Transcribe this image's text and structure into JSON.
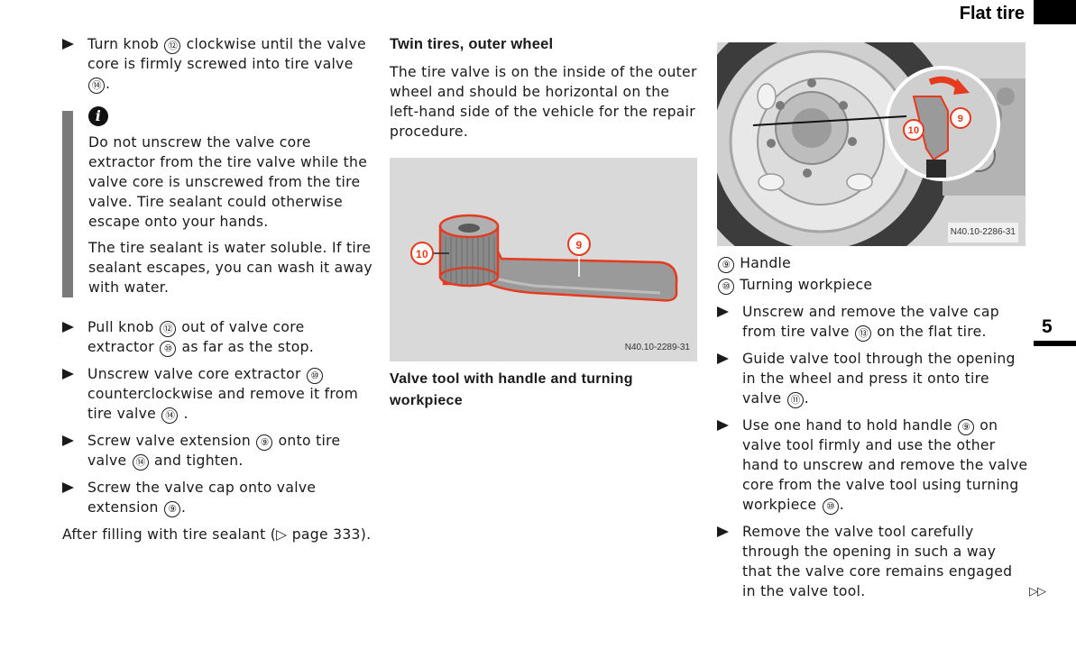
{
  "header": {
    "title": "Flat tire"
  },
  "chapter": {
    "number": "5"
  },
  "continue_mark": "▷▷",
  "left": {
    "step1": {
      "a": "Turn knob ",
      "c1": "⑫",
      "b": " clockwise until the valve core is firmly screwed into tire valve ",
      "c2": "⑭",
      "c": "."
    },
    "info": {
      "icon": "i",
      "p1": "Do not unscrew the valve core extractor from the tire valve while the valve core is unscrewed from the tire valve. Tire sealant could otherwise escape onto your hands.",
      "p2": "The tire sealant is water soluble. If tire sealant escapes, you can wash it away with water."
    },
    "step2": {
      "a": "Pull knob ",
      "c1": "⑫",
      "b": " out of valve core extractor ",
      "c2": "⑩",
      "c": " as far as the stop."
    },
    "step3": {
      "a": "Unscrew valve core extractor ",
      "c1": "⑩",
      "b": " counterclockwise and remove it from tire valve ",
      "c2": "⑭",
      "c": " ."
    },
    "step4": {
      "a": "Screw valve extension ",
      "c1": "⑨",
      "b": " onto tire valve ",
      "c2": "⑭",
      "c": " and tighten."
    },
    "step5": {
      "a": "Screw the valve cap onto valve extension ",
      "c1": "⑨",
      "b": "."
    },
    "after": "After filling with tire sealant (▷ page 333)."
  },
  "middle": {
    "heading": "Twin tires, outer wheel",
    "para": "The tire valve is on the inside of the outer wheel and should be horizontal on the left-hand side of the vehicle for the repair procedure.",
    "figure": {
      "code": "N40.10-2289-31",
      "label_a": "10",
      "label_b": "9"
    },
    "caption": "Valve tool with handle and turning workpiece"
  },
  "right": {
    "figure": {
      "code": "N40.10-2286-31",
      "label_a": "10",
      "label_b": "9"
    },
    "legend": [
      {
        "num": "⑨",
        "label": "Handle"
      },
      {
        "num": "⑩",
        "label": "Turning workpiece"
      }
    ],
    "step1": {
      "a": "Unscrew and remove the valve cap from tire valve ",
      "c1": "⑬",
      "b": " on the flat tire."
    },
    "step2": {
      "a": "Guide valve tool through the opening in the wheel and press it onto tire valve ",
      "c1": "⑪",
      "b": "."
    },
    "step3": {
      "a": "Use one hand to hold handle ",
      "c1": "⑨",
      "b": " on valve tool firmly and use the other hand to unscrew and remove the valve core from the valve tool using turning workpiece ",
      "c2": "⑩",
      "c": "."
    },
    "step4": {
      "a": "Remove the valve tool carefully through the opening in such a way that the valve core remains engaged in the valve tool."
    }
  },
  "colors": {
    "accent_red": "#e63a1e",
    "figure_bg": "#d9d9d9",
    "info_bar": "#7a7a7a"
  }
}
